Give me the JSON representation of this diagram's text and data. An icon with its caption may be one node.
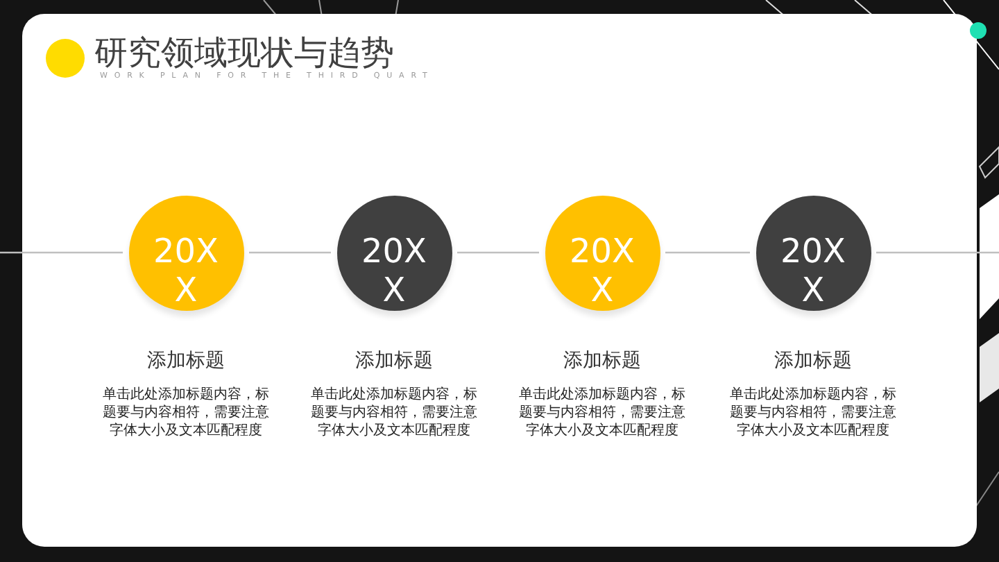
{
  "diagram": {
    "title": "研究领域现状与趋势",
    "nodes": [
      {
        "text": [
          "20XX"
        ],
        "beside": [
          "添加标题",
          "单击此处添加标题内容，标题要与内容相符，需要注意字体大小及文本匹配程度"
        ]
      },
      {
        "text": [
          "20XX"
        ],
        "beside": [
          "添加标题",
          "单击此处添加标题内容，标题要与内容相符，需要注意字体大小及文本匹配程度"
        ]
      },
      {
        "text": [
          "20XX"
        ],
        "beside": [
          "添加标题",
          "单击此处添加标题内容，标题要与内容相符，需要注意字体大小及文本匹配程度"
        ]
      },
      {
        "text": [
          "20XX"
        ],
        "beside": [
          "添加标题",
          "单击此处添加标题内容，标题要与内容相符，需要注意字体大小及文本匹配程度"
        ]
      }
    ],
    "edges": [
      {
        "from": null,
        "to": 0,
        "arrow": "none"
      },
      {
        "from": 0,
        "to": 1,
        "arrow": "none"
      },
      {
        "from": 1,
        "to": 2,
        "arrow": "none"
      },
      {
        "from": 2,
        "to": 3,
        "arrow": "none"
      },
      {
        "from": 3,
        "to": null,
        "arrow": "none"
      }
    ],
    "labels": [
      "WORK PLAN FOR THE THIRD QUART"
    ]
  }
}
